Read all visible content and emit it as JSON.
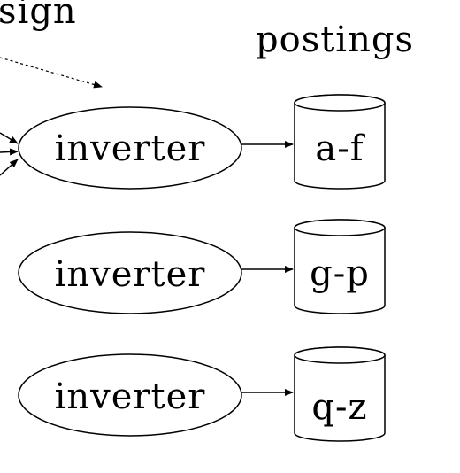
{
  "diagram": {
    "partial_label": "sign",
    "postings_heading": "postings",
    "inverters": [
      {
        "label": "inverter"
      },
      {
        "label": "inverter"
      },
      {
        "label": "inverter"
      }
    ],
    "postings": [
      {
        "label": "a-f"
      },
      {
        "label": "g-p"
      },
      {
        "label": "q-z"
      }
    ]
  }
}
